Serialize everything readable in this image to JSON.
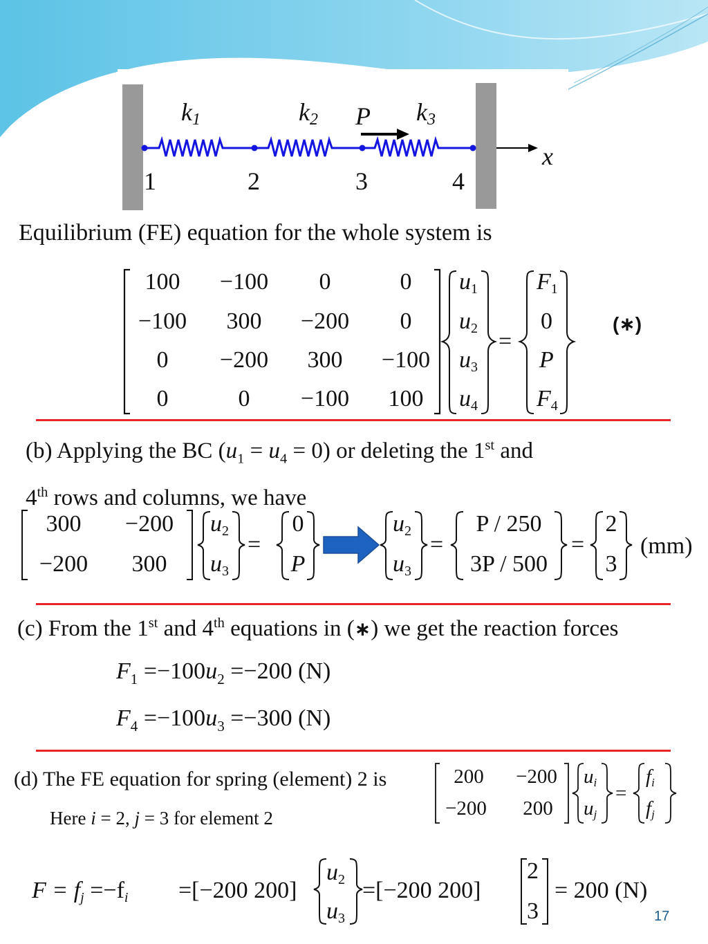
{
  "diagram": {
    "labels": {
      "k1": "k",
      "k1sub": "1",
      "k2": "k",
      "k2sub": "2",
      "k3": "k",
      "k3sub": "3",
      "P": "P",
      "x": "x"
    },
    "nodes": [
      "1",
      "2",
      "3",
      "4"
    ]
  },
  "section_a": {
    "heading": "Equilibrium (FE) equation for the whole system is",
    "K": [
      [
        "100",
        "−100",
        "0",
        "0"
      ],
      [
        "−100",
        "300",
        "−200",
        "0"
      ],
      [
        "0",
        "−200",
        "300",
        "−100"
      ],
      [
        "0",
        "0",
        "−100",
        "100"
      ]
    ],
    "u": [
      {
        "base": "u",
        "sub": "1"
      },
      {
        "base": "u",
        "sub": "2"
      },
      {
        "base": "u",
        "sub": "3"
      },
      {
        "base": "u",
        "sub": "4"
      }
    ],
    "F": [
      {
        "base": "F",
        "sub": "1"
      },
      {
        "base": "0",
        "sub": ""
      },
      {
        "base": "P",
        "sub": ""
      },
      {
        "base": "F",
        "sub": "4"
      }
    ],
    "equals": "=",
    "tag": "(∗)"
  },
  "section_b": {
    "line1_a": "(b)  Applying the BC (",
    "bc_u1": "u",
    "bc_sub1": "1",
    "bc_eq": " = ",
    "bc_u4": "u",
    "bc_sub4": "4",
    "bc_tail": " = 0) or deleting the 1",
    "sup1": "st",
    "line1_end": " and",
    "line2_a": "4",
    "sup2": "th",
    "line2_b": " rows and columns, we have",
    "K": [
      [
        "300",
        "−200"
      ],
      [
        "−200",
        "300"
      ]
    ],
    "u": [
      {
        "base": "u",
        "sub": "2"
      },
      {
        "base": "u",
        "sub": "3"
      }
    ],
    "rhs": [
      "0",
      "P"
    ],
    "result_mid": [
      "P / 250",
      "3P / 500"
    ],
    "result": [
      "2",
      "3"
    ],
    "unit": "(mm)",
    "equals": "="
  },
  "section_c": {
    "heading_a": "(c) From the 1",
    "sup1": "st",
    "heading_b": " and 4",
    "sup2": "th",
    "heading_c": " equations in (",
    "star": "∗",
    "heading_d": ") we get the reaction forces",
    "eq1": {
      "lhs": "F",
      "lhs_sub": "1",
      "mid": " =−100",
      "u": "u",
      "u_sub": "2",
      "rhs": " =−200  (N)"
    },
    "eq2": {
      "lhs": "F",
      "lhs_sub": "4",
      "mid": " =−100",
      "u": "u",
      "u_sub": "3",
      "rhs": " =−300  (N)"
    }
  },
  "section_d": {
    "heading": "(d) The FE equation for spring (element) 2 is",
    "note_a": "Here ",
    "note_i": "i",
    "note_b": " = 2, ",
    "note_j": "j",
    "note_c": " = 3 for element 2",
    "K": [
      [
        "200",
        "−200"
      ],
      [
        "−200",
        "200"
      ]
    ],
    "u": [
      {
        "base": "u",
        "sub": "i"
      },
      {
        "base": "u",
        "sub": "j"
      }
    ],
    "f": [
      {
        "base": "f",
        "sub": "i"
      },
      {
        "base": "f",
        "sub": "j"
      }
    ],
    "equals": "="
  },
  "final": {
    "lhs": "F = f",
    "lhs_sub": "j",
    "mid": " =−f",
    "mid_sub": "i",
    "row1": "=[−200   200]",
    "vec1": [
      "u",
      "u"
    ],
    "vec1_sub": [
      "2",
      "3"
    ],
    "row2": "=[−200   200]",
    "vec2": [
      "2",
      "3"
    ],
    "result": "= 200  (N)"
  },
  "page_number": "17"
}
